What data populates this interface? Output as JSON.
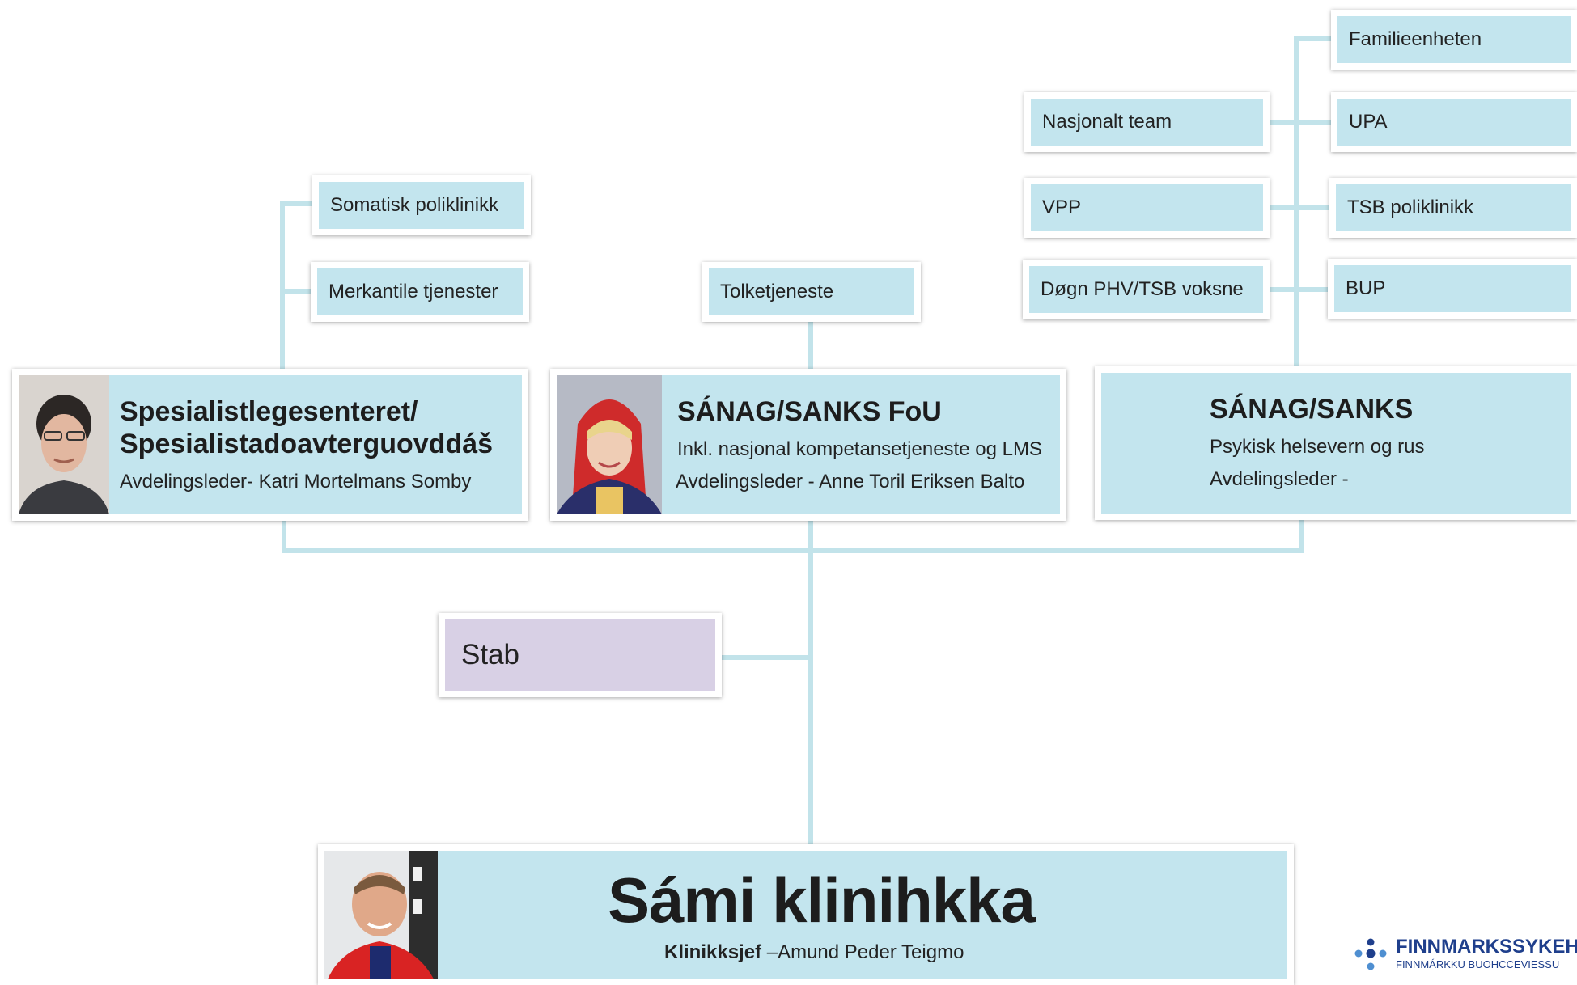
{
  "top_units": {
    "familieenheten": "Familieenheten",
    "upa": "UPA",
    "tsb_poliklinikk": "TSB poliklinikk",
    "bup": "BUP",
    "nasjonalt_team": "Nasjonalt team",
    "vpp": "VPP",
    "dogn": "Døgn PHV/TSB voksne",
    "somatisk": "Somatisk poliklinikk",
    "merkantile": "Merkantile tjenester",
    "tolk": "Tolketjeneste"
  },
  "departments": {
    "spesialist": {
      "title_line1": "Spesialistlegesenteret/",
      "title_line2": "Spesialistadoavterguovddáš",
      "leader": "Avdelingsleder- Katri Mortelmans Somby"
    },
    "fou": {
      "title": "SÁNAG/SANKS FoU",
      "subtitle": "Inkl. nasjonal kompetansetjeneste og LMS",
      "leader": "Avdelingsleder - Anne Toril Eriksen Balto"
    },
    "sanks": {
      "title": "SÁNAG/SANKS",
      "subtitle": "Psykisk helsevern og rus",
      "leader": "Avdelingsleder -"
    }
  },
  "stab": "Stab",
  "clinic": {
    "title": "Sámi klinihkka",
    "role_label": "Klinikksjef",
    "role_rest": " –Amund Peder Teigmo"
  },
  "logo": {
    "name": "FINNMARKSSYKEHUSET",
    "subname": "FINNMÁRKKU BUOHCCEVIESSU"
  },
  "colors": {
    "box_blue": "#c3e5ee",
    "stab_purple": "#d8d0e5",
    "connector": "#c2e3ea",
    "logo_blue": "#1f3f8c"
  }
}
